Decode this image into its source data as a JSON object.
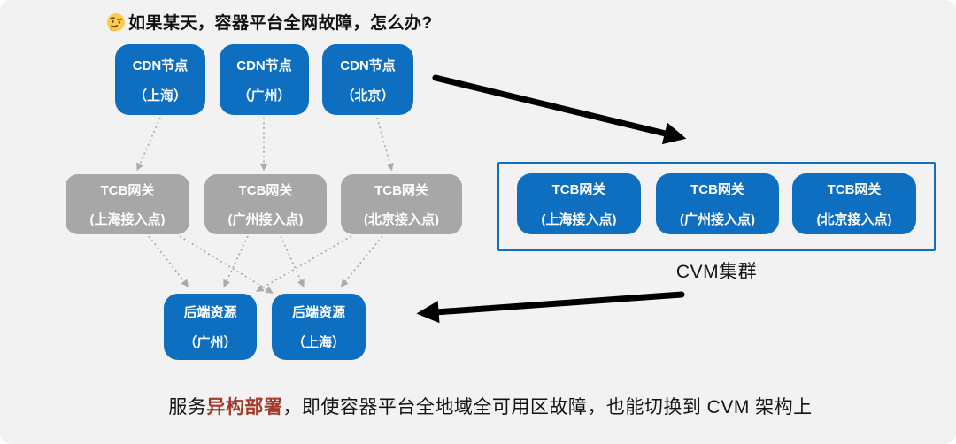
{
  "title": "如果某天，容器平台全网故障，怎么办?",
  "icons": {
    "thinking_face": "🤔"
  },
  "cdn_nodes": [
    {
      "line1": "CDN节点",
      "line2": "（上海）"
    },
    {
      "line1": "CDN节点",
      "line2": "（广州）"
    },
    {
      "line1": "CDN节点",
      "line2": "（北京）"
    }
  ],
  "tcb_gateways": [
    {
      "line1": "TCB网关",
      "line2": "(上海接入点)"
    },
    {
      "line1": "TCB网关",
      "line2": "(广州接入点)"
    },
    {
      "line1": "TCB网关",
      "line2": "(北京接入点)"
    }
  ],
  "cvm_cluster": {
    "label": "CVM集群",
    "gateways": [
      {
        "line1": "TCB网关",
        "line2": "(上海接入点)"
      },
      {
        "line1": "TCB网关",
        "line2": "(广州接入点)"
      },
      {
        "line1": "TCB网关",
        "line2": "(北京接入点)"
      }
    ]
  },
  "backend_resources": [
    {
      "line1": "后端资源",
      "line2": "（广州）"
    },
    {
      "line1": "后端资源",
      "line2": "（上海）"
    }
  ],
  "footer": {
    "prefix": "服务",
    "highlight": "异构部署",
    "suffix": "，即使容器平台全地域全可用区故障，也能切换到 CVM 架构上"
  },
  "colors": {
    "node_blue": "#0E6FC1",
    "node_gray": "#A7A7A7",
    "highlight_red": "#A43A2A",
    "connector_gray": "#ABABAB",
    "arrow_black": "#000000",
    "background": "#F2F2F3"
  }
}
